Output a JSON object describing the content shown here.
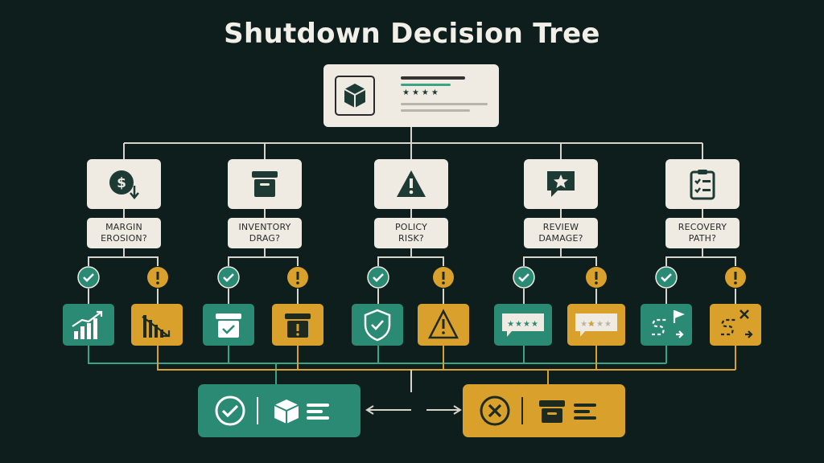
{
  "title": "Shutdown Decision Tree",
  "root": {
    "icon": "package-icon",
    "rating_stars": "★★★★"
  },
  "branches": [
    {
      "label": "MARGIN\nEROSION?",
      "icon": "dollar-down-icon"
    },
    {
      "label": "INVENTORY\nDRAG?",
      "icon": "bin-icon"
    },
    {
      "label": "POLICY\nRISK?",
      "icon": "warning-icon"
    },
    {
      "label": "REVIEW\nDAMAGE?",
      "icon": "review-star-icon"
    },
    {
      "label": "RECOVERY\nPATH?",
      "icon": "clipboard-checklist-icon"
    }
  ],
  "final": {
    "keep": {
      "icon": "check-circle-icon"
    },
    "shutdown": {
      "icon": "x-circle-icon"
    }
  },
  "colors": {
    "bg": "#0d1e1c",
    "card": "#efebe3",
    "green": "#2a8a73",
    "amber": "#d9a12b",
    "line": "#d8d4cc"
  }
}
